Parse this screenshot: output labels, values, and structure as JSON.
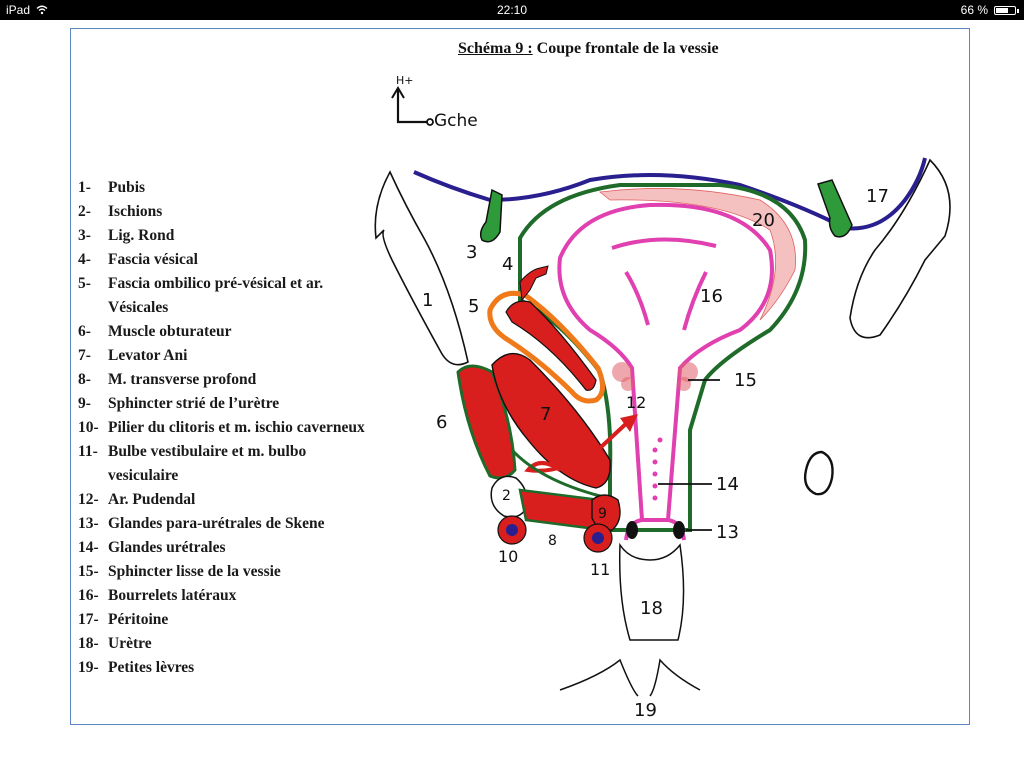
{
  "status_bar": {
    "device": "iPad",
    "time": "22:10",
    "battery": "66 %",
    "battery_level": 0.66
  },
  "title": {
    "prefix": "Schéma 9 :",
    "text": " Coupe frontale de la vessie"
  },
  "orientation": {
    "up": "H+",
    "side": "Gche"
  },
  "legend": [
    {
      "num": "1-",
      "text": "Pubis"
    },
    {
      "num": "2-",
      "text": "Ischions"
    },
    {
      "num": "3-",
      "text": "Lig. Rond"
    },
    {
      "num": "4-",
      "text": "Fascia vésical"
    },
    {
      "num": "5-",
      "text": "Fascia ombilico pré-vésical et ar. Vésicales"
    },
    {
      "num": "6-",
      "text": "Muscle obturateur"
    },
    {
      "num": "7-",
      "text": "Levator Ani"
    },
    {
      "num": "8-",
      "text": "M. transverse profond"
    },
    {
      "num": "9-",
      "text": "Sphincter strié de l’urètre"
    },
    {
      "num": "10-",
      "text": "Pilier du clitoris et m. ischio caverneux"
    },
    {
      "num": "11-",
      "text": "Bulbe vestibulaire et  m. bulbo vesiculaire"
    },
    {
      "num": "12-",
      "text": "Ar. Pudendal"
    },
    {
      "num": "13-",
      "text": "Glandes para-urétrales de Skene"
    },
    {
      "num": "14-",
      "text": "Glandes urétrales"
    },
    {
      "num": "15-",
      "text": "Sphincter lisse de la vessie"
    },
    {
      "num": "16-",
      "text": "Bourrelets latéraux"
    },
    {
      "num": "17-",
      "text": "Péritoine"
    },
    {
      "num": "18-",
      "text": "Urètre"
    },
    {
      "num": "19-",
      "text": "Petites lèvres"
    }
  ],
  "diagram_labels": {
    "n1": "1",
    "n2": "2",
    "n3": "3",
    "n4": "4",
    "n5": "5",
    "n6": "6",
    "n7": "7",
    "n8": "8",
    "n9": "9",
    "n10": "10",
    "n11": "11",
    "n12": "12",
    "n13": "13",
    "n14": "14",
    "n15": "15",
    "n16": "16",
    "n17": "17",
    "n18": "18",
    "n19": "19",
    "n20": "20"
  },
  "colors": {
    "peritoneum": "#2a1f8f",
    "fascia": "#1f6b2a",
    "muscle": "#d91e1e",
    "bladder": "#e040b0",
    "sphincter": "#e0606a",
    "round_ligament": "#2e9a3a",
    "orange_fascia": "#f07a1a"
  }
}
